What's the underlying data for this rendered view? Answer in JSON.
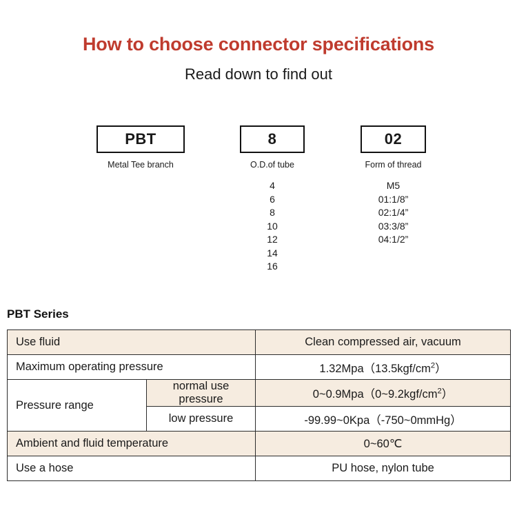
{
  "header": {
    "title": "How to choose connector specifications",
    "subtitle": "Read down to find out"
  },
  "selector": {
    "groups": [
      {
        "code": "PBT",
        "caption": "Metal Tee branch",
        "options": []
      },
      {
        "code": "8",
        "caption": "O.D.of tube",
        "options": [
          "4",
          "6",
          "8",
          "10",
          "12",
          "14",
          "16"
        ]
      },
      {
        "code": "02",
        "caption": "Form of thread",
        "options": [
          "M5",
          "01:1/8”",
          "02:1/4”",
          "03:3/8”",
          "04:1/2”"
        ]
      }
    ]
  },
  "spec": {
    "heading": "PBT Series",
    "rows": [
      {
        "label": "Use fluid",
        "value": "Clean compressed air, vacuum"
      },
      {
        "label": "Maximum operating pressure",
        "value_main": "1.32Mpa（13.5kgf/cm",
        "value_sup": "2",
        "value_tail": "）"
      },
      {
        "label": "Pressure range",
        "sub_a_label": "normal use pressure",
        "sub_a_main": "0~0.9Mpa（0~9.2kgf/cm",
        "sub_a_sup": "2",
        "sub_a_tail": "）",
        "sub_b_label": "low pressure",
        "sub_b_value": "-99.99~0Kpa（-750~0mmHg）"
      },
      {
        "label": "Ambient and fluid temperature",
        "value": "0~60℃"
      },
      {
        "label": "Use a hose",
        "value": "PU hose, nylon tube"
      }
    ]
  },
  "colors": {
    "title_red": "#bf3b2e",
    "row_shaded": "#f6ece0",
    "border": "#2b2b2b"
  }
}
